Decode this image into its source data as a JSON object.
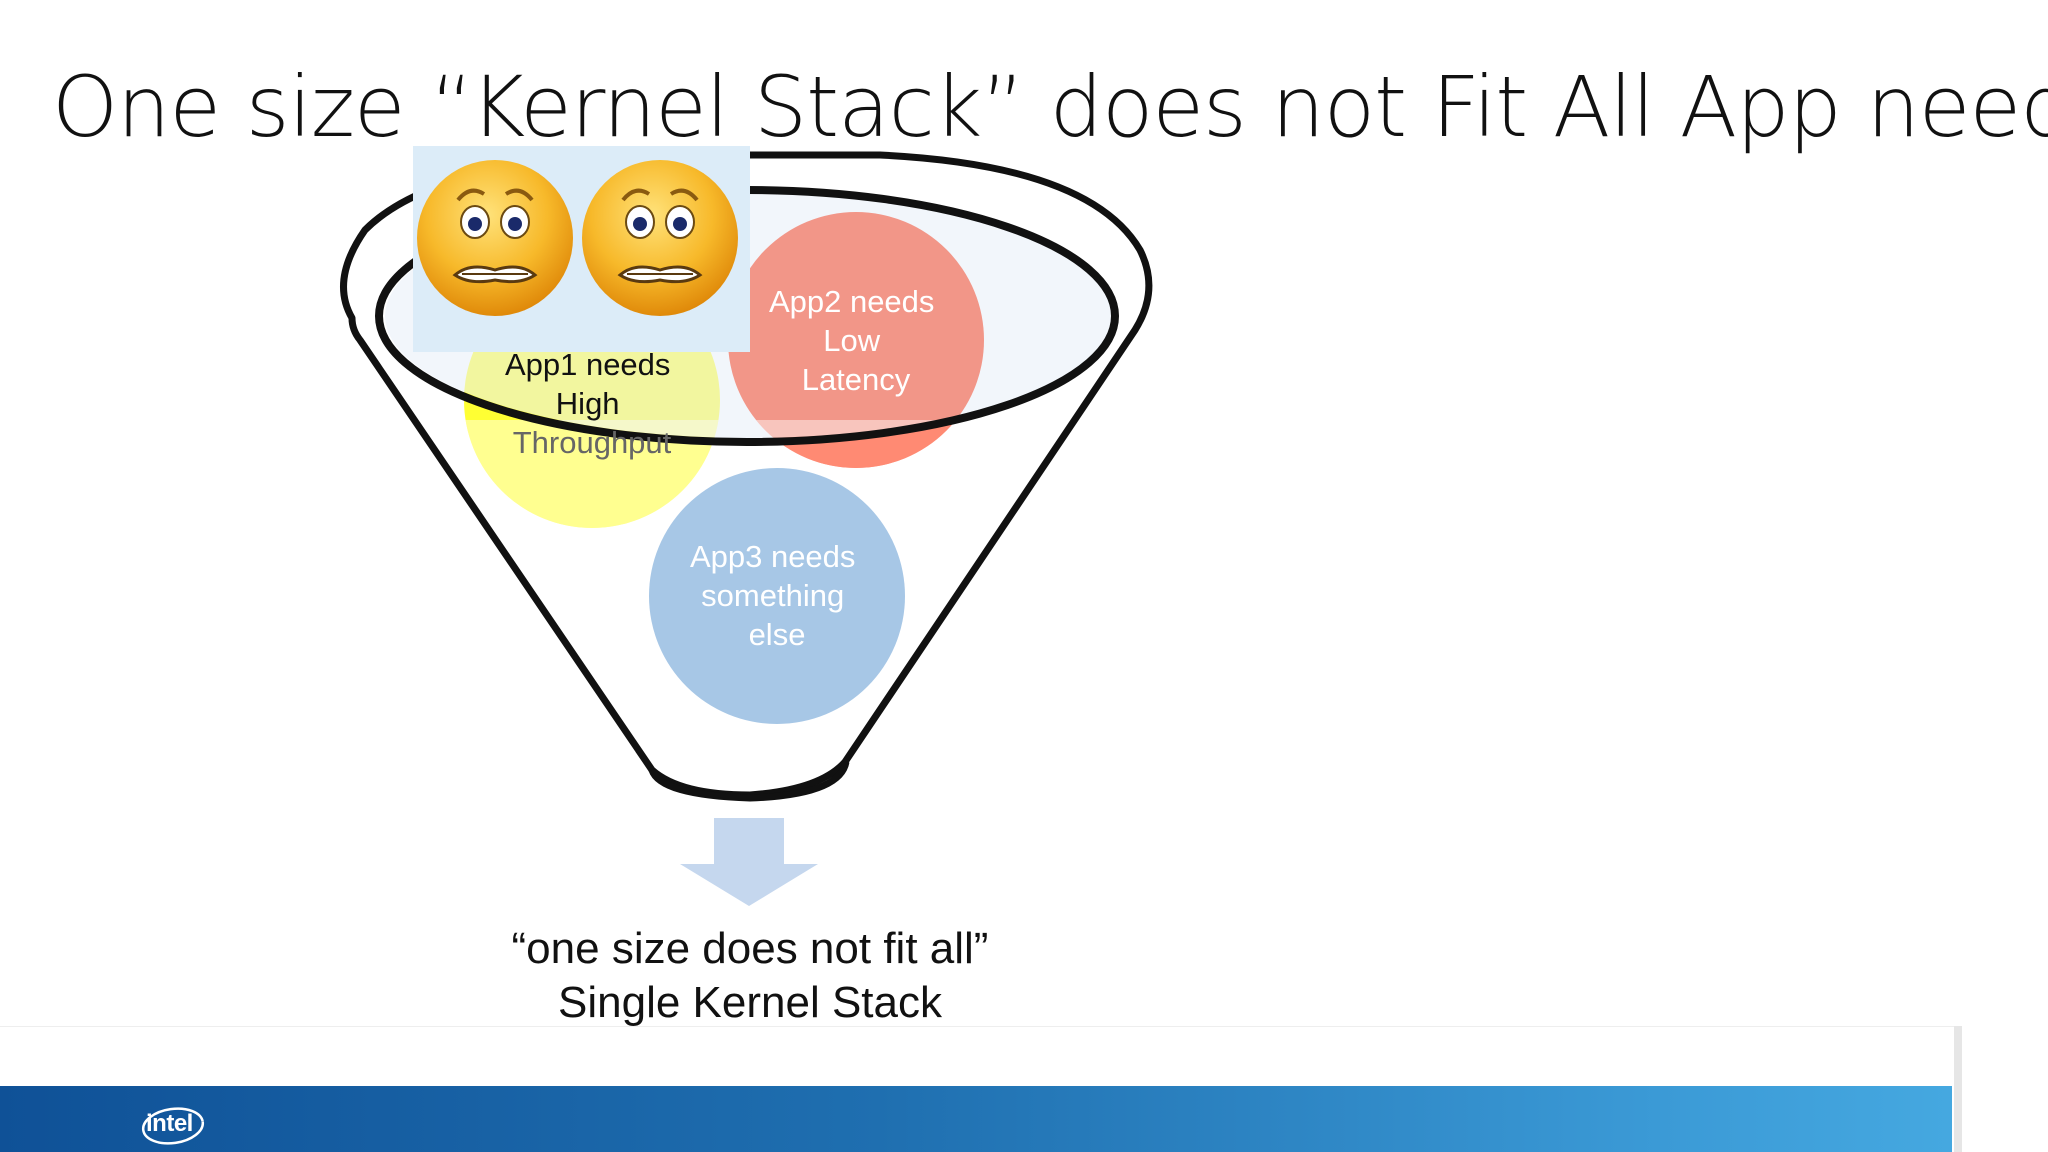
{
  "slide": {
    "title": "One size “Kernel Stack” does not Fit All App needs"
  },
  "bubbles": [
    {
      "id": "app1",
      "lines": [
        "App1 needs",
        "High",
        "Throughput"
      ],
      "color": "#ffff33",
      "text_color": "#111111"
    },
    {
      "id": "app2",
      "lines": [
        "App2 needs",
        "Low",
        "Latency"
      ],
      "color": "#ff2a00",
      "text_color": "#ffffff"
    },
    {
      "id": "app3",
      "lines": [
        "App3 needs",
        "something",
        "else"
      ],
      "color": "#a7c7e6",
      "text_color": "#ffffff"
    }
  ],
  "stickers": {
    "icon": "worried-face-icon",
    "count": 2
  },
  "caption": {
    "line1": "“one size does not fit all”",
    "line2": "Single Kernel Stack"
  },
  "footer": {
    "logo_text": "intel",
    "bar_color_start": "#0f5197",
    "bar_color_end": "#45a8e0"
  },
  "arrow": {
    "icon": "down-arrow-icon",
    "color": "#c5d7ee"
  }
}
